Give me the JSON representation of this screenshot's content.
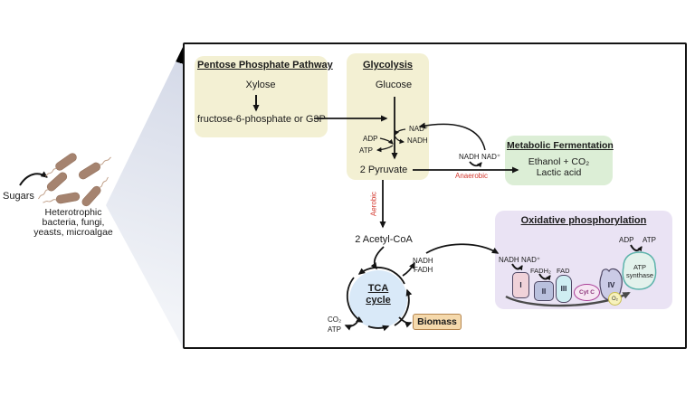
{
  "left_panel": {
    "sugars_label": "Sugars",
    "organisms_caption": {
      "line1": "Heterotrophic",
      "line2": "bacteria, fungi,",
      "line3": "yeasts, microalgae"
    }
  },
  "diagram": {
    "ppp": {
      "title": "Pentose Phosphate Pathway",
      "substrate": "Xylose",
      "product": "fructose-6-phosphate or G3P"
    },
    "glycolysis": {
      "title": "Glycolysis",
      "substrate": "Glucose",
      "product": "2 Pyruvate",
      "nad_in": "NAD⁺",
      "nadh_out": "NADH",
      "adp_in": "ADP",
      "atp_out": "ATP"
    },
    "fermentation": {
      "title": "Metabolic Fermentation",
      "products_line1": "Ethanol + CO₂",
      "products_line2": "Lactic acid",
      "nadh": "NADH",
      "nad": "NAD⁺",
      "condition_label": "Anaerobic"
    },
    "aerobic_label": "Aerobic",
    "acetyl_coa": "2 Acetyl-CoA",
    "tca": {
      "label_line1": "TCA",
      "label_line2": "cycle",
      "nadh_out": "NADH",
      "fadh_out": "FADH",
      "co2_out": "CO₂",
      "atp_out": "ATP",
      "biomass_label": "Biomass"
    },
    "oxphos": {
      "title": "Oxidative phosphorylation",
      "nadh": "NADH",
      "nad": "NAD⁺",
      "fadh2": "FADH₂",
      "fad": "FAD",
      "complex1": "I",
      "complex2": "II",
      "complex3": "III",
      "complex4": "IV",
      "cytc": "Cyt C",
      "o2": "O₂",
      "atp_synthase_line1": "ATP",
      "atp_synthase_line2": "synthase",
      "adp": "ADP",
      "atp": "ATP"
    }
  },
  "colors": {
    "pathway_box_yellow": "#f3f0d3",
    "fermentation_green": "#dceed6",
    "oxphos_purple": "#eae3f4",
    "tca_blue": "#d9e9f8",
    "biomass_tan": "#f5d9ac",
    "condition_red": "#d3382e",
    "bacteria_brown": "#a5836f",
    "complex1_pink": "#f0d2d9",
    "complex2_blue": "#b9c0dd",
    "complex3_cyan": "#cfeef2",
    "complex4_lavender": "#cbcbe6",
    "atp_synthase_mint": "#e3f2ec",
    "o2_yellow": "#f7f2bc"
  }
}
